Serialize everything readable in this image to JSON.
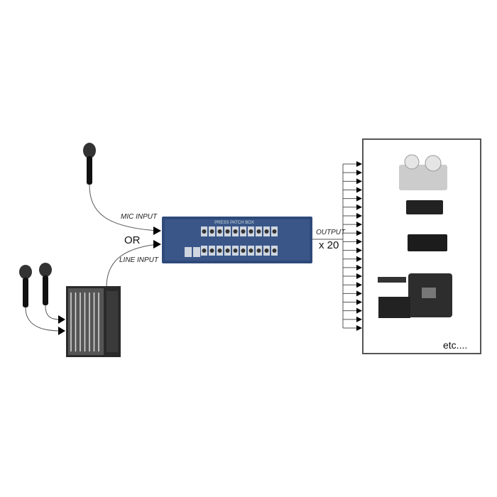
{
  "labels": {
    "mic_input": "MIC INPUT",
    "line_input": "LINE INPUT",
    "or": "OR",
    "output": "OUTPUT",
    "count": "x 20",
    "etc": "etc....",
    "device_title": "PRESS PATCH BOX"
  },
  "output_count": 20,
  "colors": {
    "device": "#2f4a7a",
    "device_dark": "#1e3358",
    "line": "#555555"
  }
}
